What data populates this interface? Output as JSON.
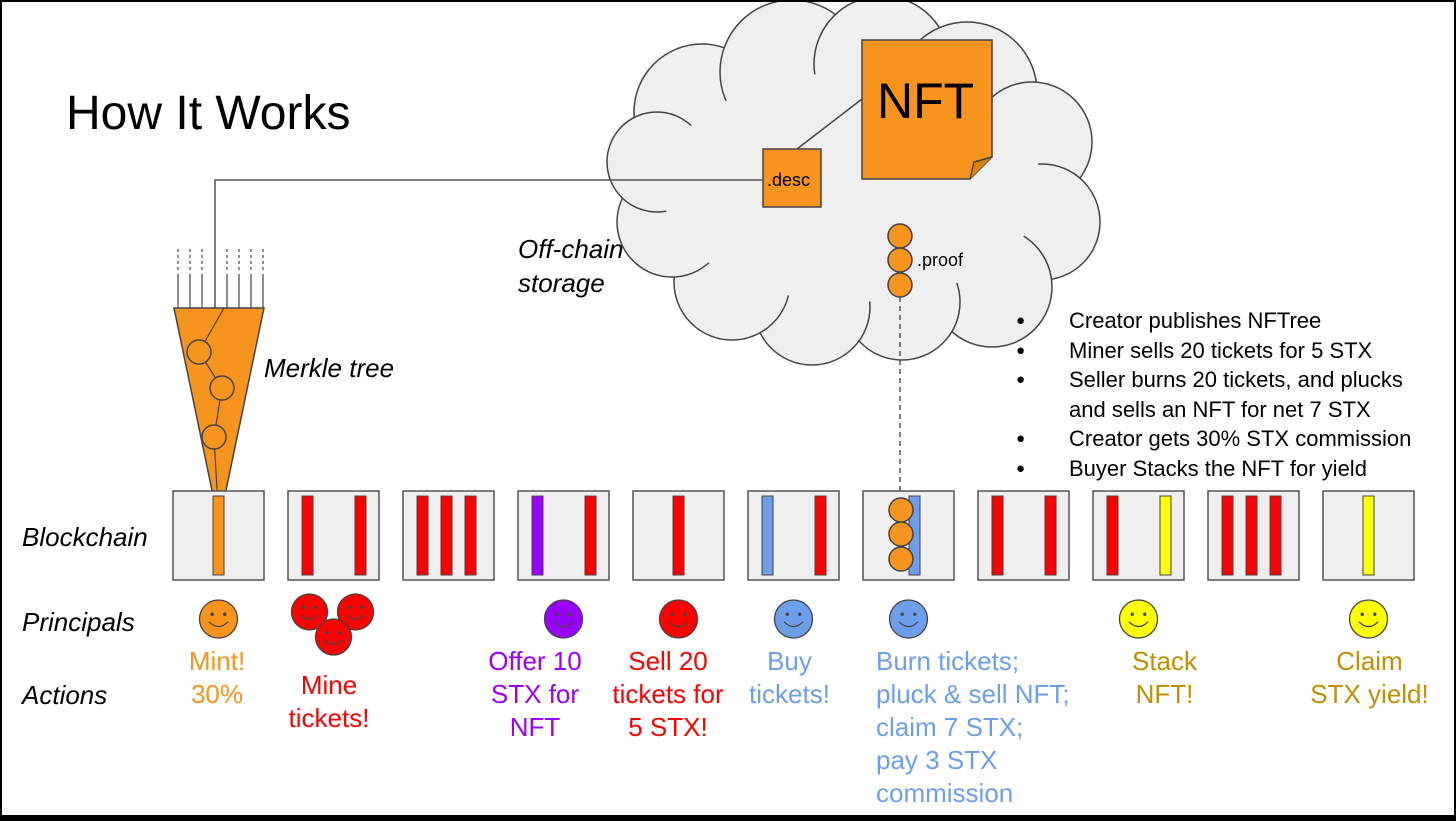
{
  "title": "How It Works",
  "labels": {
    "offchain": "Off-chain\nstorage",
    "merkle": "Merkle tree",
    "blockchain": "Blockchain",
    "principals": "Principals",
    "actions": "Actions"
  },
  "cloud": {
    "nft_label": "NFT",
    "desc_label": ".desc",
    "proof_label": ".proof"
  },
  "bullets": [
    "Creator publishes NFTree",
    "Miner sells 20 tickets for 5 STX",
    "Seller burns 20 tickets, and plucks\nand sells an NFT for net 7 STX",
    "Creator gets 30% STX commission",
    "Buyer Stacks the NFT for yield"
  ],
  "colors": {
    "orange": "#f7941d",
    "red": "#ff0000",
    "purple": "#9900ff",
    "blue": "#6d9eeb",
    "yellow": "#ffff00",
    "gold": "#bf9000",
    "block_fill": "#efefef",
    "cloud_fill": "#efefef"
  },
  "blocks": [
    {
      "bars": [
        "orange"
      ]
    },
    {
      "bars": [
        "red",
        "red"
      ]
    },
    {
      "bars": [
        "red",
        "red",
        "red"
      ]
    },
    {
      "bars": [
        "purple",
        "red"
      ]
    },
    {
      "bars": [
        "red"
      ]
    },
    {
      "bars": [
        "blue",
        "red"
      ]
    },
    {
      "bars": [
        "blue"
      ],
      "proof": true
    },
    {
      "bars": [
        "red",
        "red"
      ]
    },
    {
      "bars": [
        "red",
        "yellow"
      ]
    },
    {
      "bars": [
        "red",
        "red",
        "red"
      ]
    },
    {
      "bars": [
        "yellow"
      ]
    }
  ],
  "principals": [
    {
      "block": 0,
      "color": "orange",
      "faces": 1,
      "icon": "smiley-icon"
    },
    {
      "block": 1,
      "color": "red",
      "faces": 3,
      "icon": "smiley-icon"
    },
    {
      "block": 3,
      "color": "purple",
      "faces": 1,
      "icon": "smiley-icon"
    },
    {
      "block": 4,
      "color": "red",
      "faces": 1,
      "icon": "smiley-icon"
    },
    {
      "block": 5,
      "color": "blue",
      "faces": 1,
      "icon": "smiley-icon"
    },
    {
      "block": 6,
      "color": "blue",
      "faces": 1,
      "icon": "smiley-icon"
    },
    {
      "block": 8,
      "color": "yellow",
      "faces": 1,
      "icon": "smiley-icon"
    },
    {
      "block": 10,
      "color": "yellow",
      "faces": 1,
      "icon": "smiley-icon"
    }
  ],
  "actions": [
    {
      "text": "Mint!\n30%",
      "color": "orange"
    },
    {
      "text": "Mine\ntickets!",
      "color": "red"
    },
    {
      "text": "Offer 10\nSTX for\nNFT",
      "color": "purple"
    },
    {
      "text": "Sell 20\ntickets for\n5 STX!",
      "color": "red"
    },
    {
      "text": "Buy\ntickets!",
      "color": "blue"
    },
    {
      "text": "Burn tickets;\npluck & sell NFT;\nclaim 7 STX;\npay 3 STX\ncommission",
      "color": "blue"
    },
    {
      "text": "Stack\nNFT!",
      "color": "gold"
    },
    {
      "text": "Claim\nSTX yield!",
      "color": "gold"
    }
  ]
}
